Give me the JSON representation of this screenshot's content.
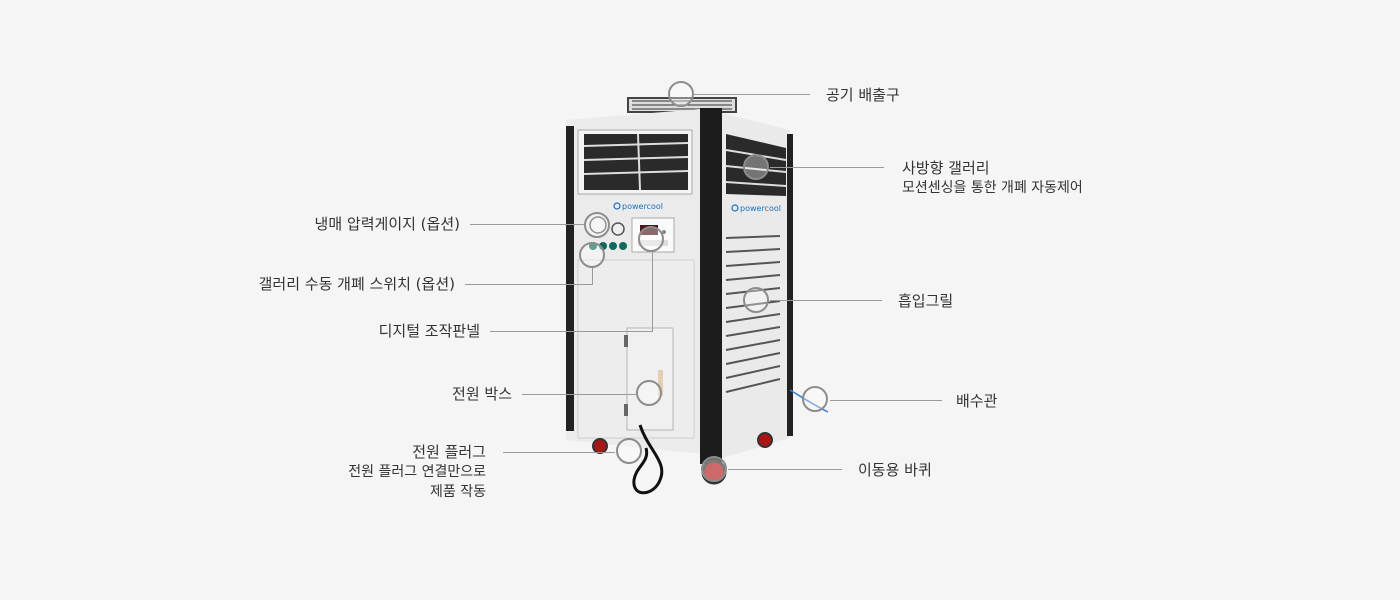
{
  "product": {
    "brand_logo": "powercool",
    "panel_display": "88"
  },
  "callouts": {
    "air_outlet": "공기 배출구",
    "gallery_title": "사방향 갤러리",
    "gallery_sub": "모션센싱을 통한 개폐 자동제어",
    "gauge": "냉매 압력게이지 (옵션)",
    "manual_switch": "갤러리 수동 개폐 스위치 (옵션)",
    "digital_panel": "디지털 조작판넬",
    "intake_grill": "흡입그릴",
    "power_box": "전원 박스",
    "drain": "배수관",
    "plug_title": "전원 플러그",
    "plug_sub_1": "전원 플러그 연결만으로",
    "plug_sub_2": "제품 작동",
    "wheel": "이동용 바퀴"
  }
}
